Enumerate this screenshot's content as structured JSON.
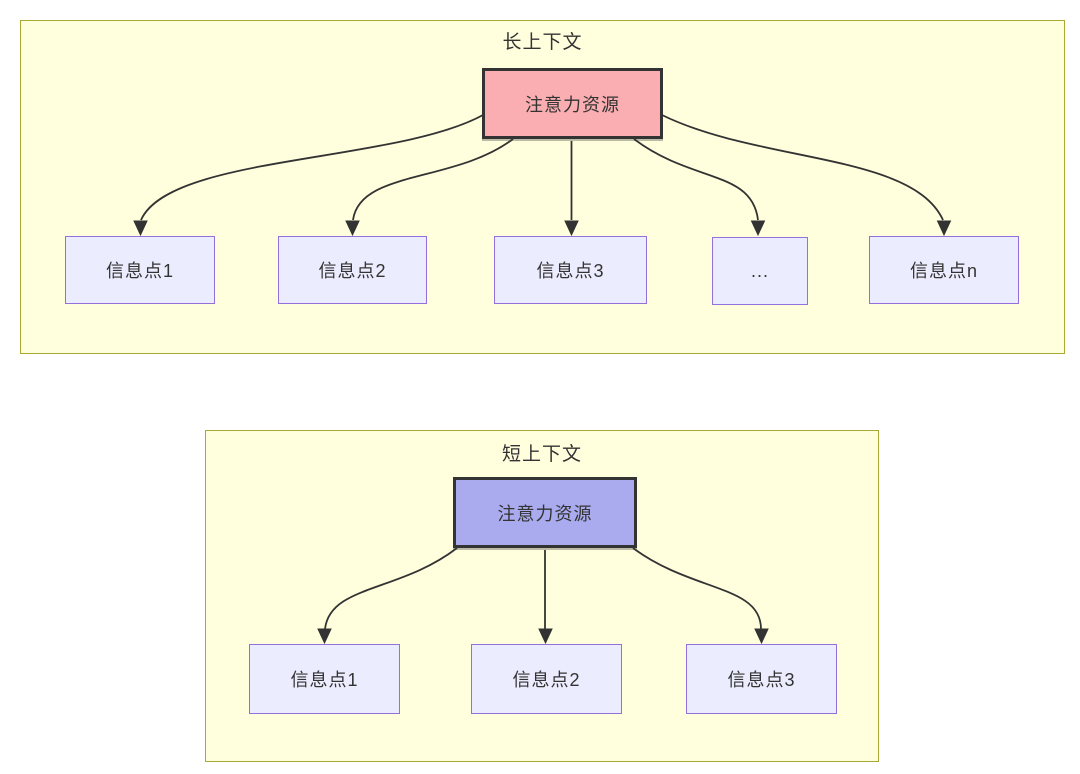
{
  "diagram": {
    "type": "flowchart",
    "colors": {
      "cluster_fill": "#ffffde",
      "cluster_border": "#aaaa33",
      "info_node_fill": "#ececff",
      "info_node_border": "#9370db",
      "attention_long_fill": "#fbaeb1",
      "attention_short_fill": "#aaabee",
      "attention_border": "#333333",
      "edge_color": "#333333",
      "text_color": "#333333"
    },
    "long_context": {
      "title": "长上下文",
      "attention": "注意力资源",
      "nodes": [
        "信息点1",
        "信息点2",
        "信息点3",
        "...",
        "信息点n"
      ]
    },
    "short_context": {
      "title": "短上下文",
      "attention": "注意力资源",
      "nodes": [
        "信息点1",
        "信息点2",
        "信息点3"
      ]
    }
  }
}
